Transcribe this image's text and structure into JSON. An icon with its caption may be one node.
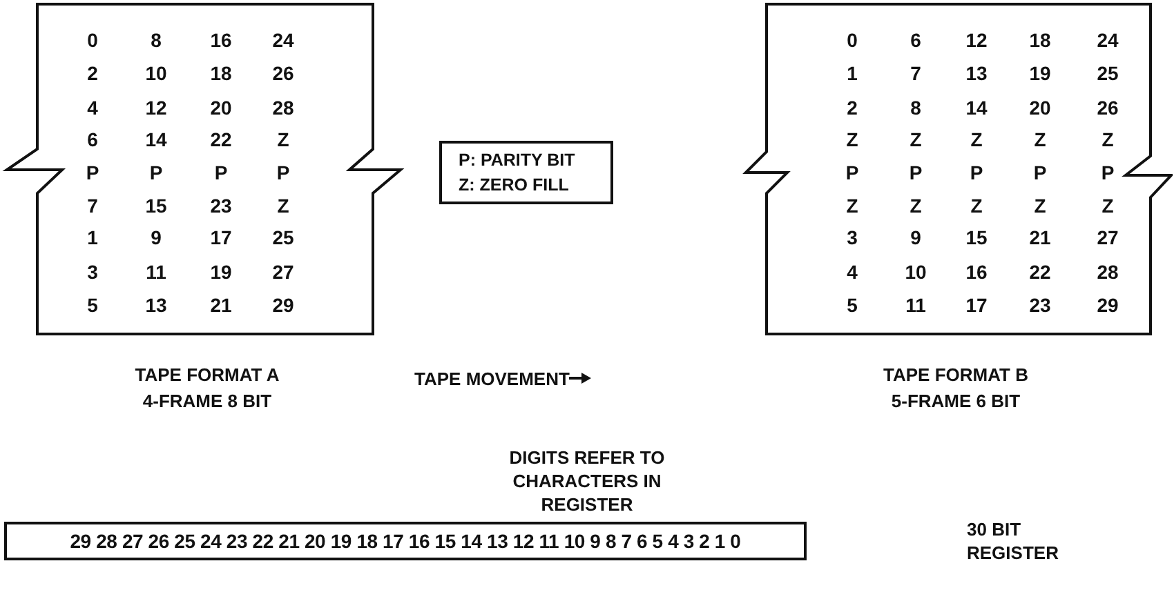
{
  "diagram": {
    "nodes": [
      {
        "text": [
          "TAPE FORMAT A 4-FRAME 8 BIT"
        ]
      },
      {
        "text": [
          "P: PARITY BIT",
          "Z: ZERO FILL"
        ]
      },
      {
        "text": [
          "TAPE FORMAT B 5-FRAME 6 BIT"
        ]
      },
      {
        "text": [
          "29 28 27 26 25 24 23 22 21 20 19 18 17 16 15 14 13 12 11 10 9 8 7 6 5 4 3 2 1 0"
        ]
      }
    ],
    "labels": [
      "0",
      "8",
      "16",
      "24",
      "2",
      "10",
      "18",
      "26",
      "4",
      "12",
      "20",
      "28",
      "6",
      "14",
      "22",
      "Z",
      "P",
      "P",
      "P",
      "P",
      "7",
      "15",
      "23",
      "Z",
      "1",
      "9",
      "17",
      "25",
      "3",
      "11",
      "19",
      "27",
      "5",
      "13",
      "21",
      "29",
      "0",
      "6",
      "12",
      "18",
      "24",
      "1",
      "7",
      "13",
      "19",
      "25",
      "2",
      "8",
      "14",
      "20",
      "26",
      "Z",
      "Z",
      "Z",
      "Z",
      "Z",
      "P",
      "P",
      "P",
      "P",
      "P",
      "Z",
      "Z",
      "Z",
      "Z",
      "Z",
      "3",
      "9",
      "15",
      "21",
      "27",
      "4",
      "10",
      "16",
      "22",
      "28",
      "5",
      "11",
      "17",
      "23",
      "29",
      "TAPE MOVEMENT",
      "DIGITS REFER TO CHARACTERS IN REGISTER",
      "30 BIT REGISTER"
    ]
  }
}
